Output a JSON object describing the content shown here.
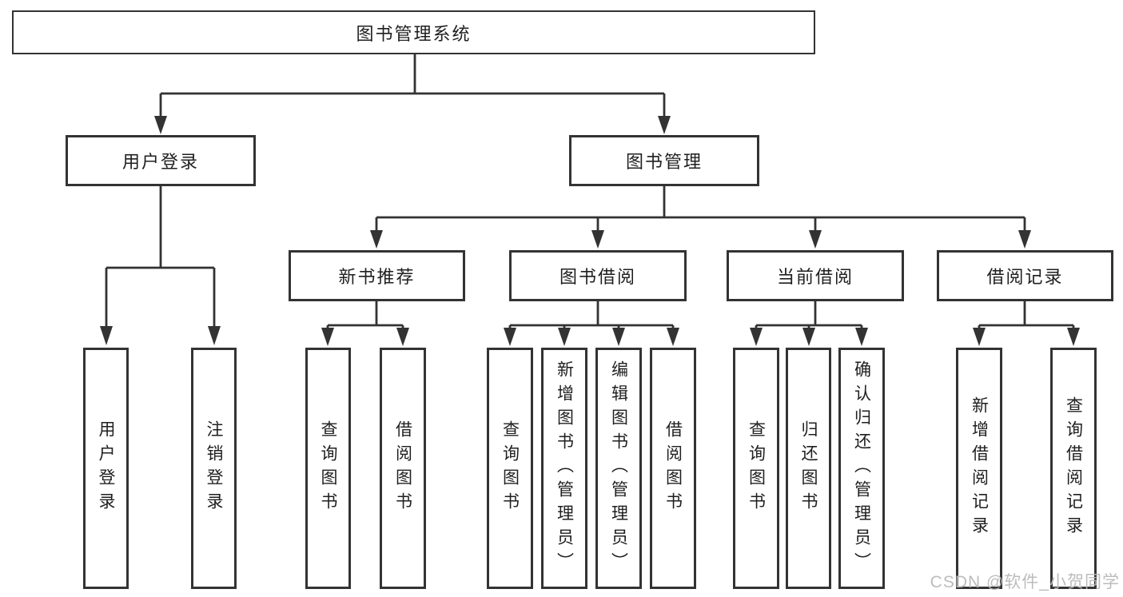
{
  "diagram": {
    "colors": {
      "line": "#333333",
      "text": "#1f1f1f",
      "box_background": "#ffffff",
      "watermark": "#b9b9b9"
    },
    "nodes": {
      "root": "图书管理系统",
      "l2": [
        "用户登录",
        "图书管理"
      ],
      "l3": [
        "新书推荐",
        "图书借阅",
        "当前借阅",
        "借阅记录"
      ],
      "leaves": [
        [
          "用户登录",
          "注销登录"
        ],
        [
          "查询图书",
          "借阅图书"
        ],
        [
          "查询图书",
          "新增图书（管理员）",
          "编辑图书（管理员）",
          "借阅图书"
        ],
        [
          "查询图书",
          "归还图书",
          "确认归还（管理员）"
        ],
        [
          "新增借阅记录",
          "查询借阅记录"
        ]
      ]
    },
    "watermark": "CSDN @软件_小贺同学"
  }
}
